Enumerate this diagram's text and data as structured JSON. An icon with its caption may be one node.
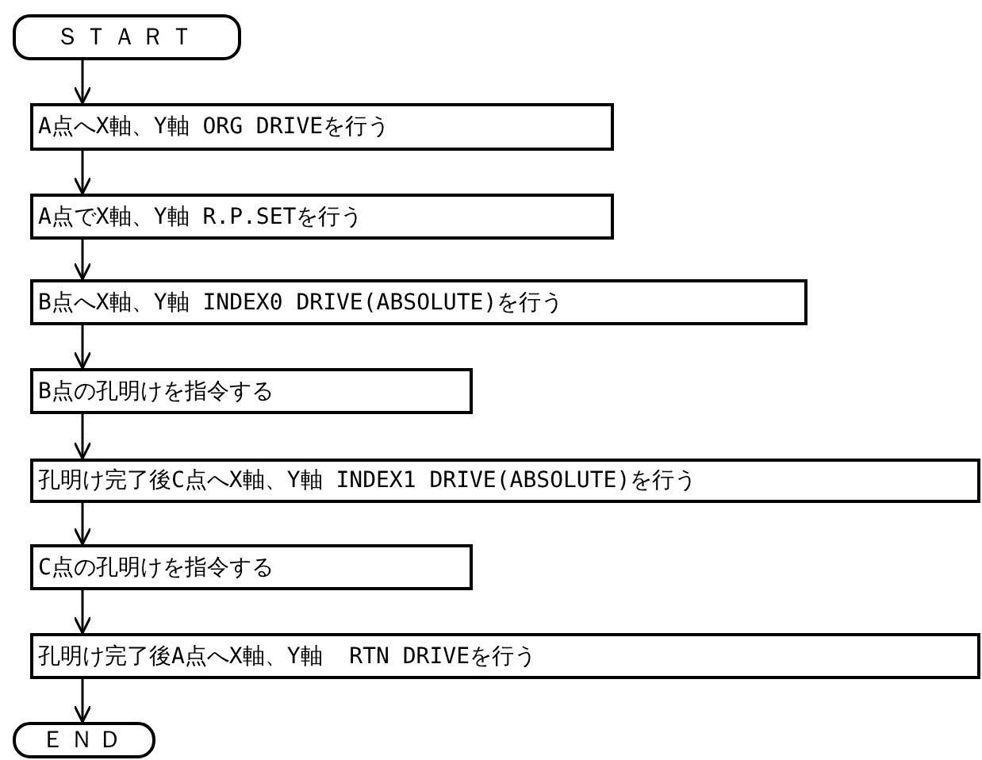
{
  "diagram": {
    "nodes": [
      {
        "text": [
          "ＳＴＡＲＴ"
        ]
      },
      {
        "text": [
          "A点へX軸、Y軸 ORG DRIVEを行う"
        ]
      },
      {
        "text": [
          "A点でX軸、Y軸 R.P.SETを行う"
        ]
      },
      {
        "text": [
          "B点へX軸、Y軸 INDEX0 DRIVE(ABSOLUTE)を行う"
        ]
      },
      {
        "text": [
          "B点の孔明けを指令する"
        ]
      },
      {
        "text": [
          "孔明け完了後C点へX軸、Y軸 INDEX1 DRIVE(ABSOLUTE)を行う"
        ]
      },
      {
        "text": [
          "C点の孔明けを指令する"
        ]
      },
      {
        "text": [
          "孔明け完了後A点へX軸、Y軸  RTN DRIVEを行う"
        ]
      },
      {
        "text": [
          "ＥＮＤ"
        ]
      }
    ],
    "edges": [
      {
        "from": 0,
        "to": 1,
        "arrow": "to"
      },
      {
        "from": 1,
        "to": 2,
        "arrow": "to"
      },
      {
        "from": 2,
        "to": 3,
        "arrow": "to"
      },
      {
        "from": 3,
        "to": 4,
        "arrow": "to"
      },
      {
        "from": 4,
        "to": 5,
        "arrow": "to"
      },
      {
        "from": 5,
        "to": 6,
        "arrow": "to"
      },
      {
        "from": 6,
        "to": 7,
        "arrow": "to"
      },
      {
        "from": 7,
        "to": 8,
        "arrow": "to"
      }
    ]
  }
}
